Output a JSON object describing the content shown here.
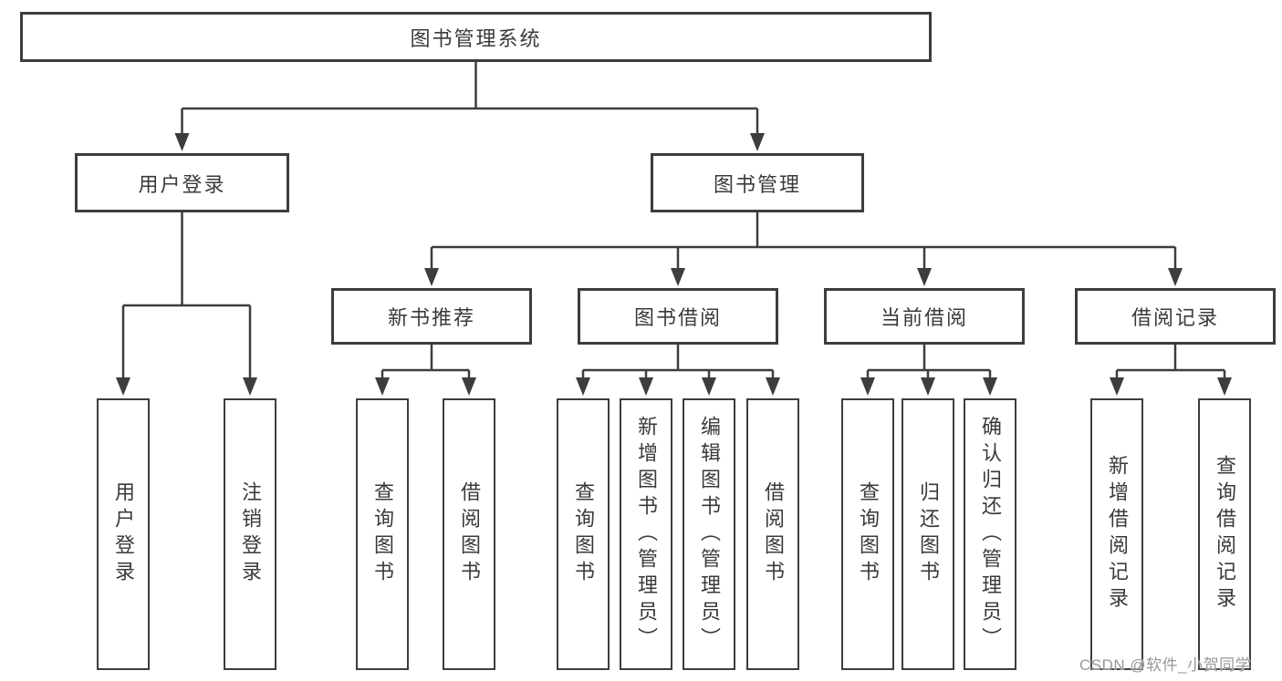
{
  "diagram": {
    "root": {
      "label": "图书管理系统"
    },
    "level1": {
      "user_login": {
        "label": "用户登录"
      },
      "book_management": {
        "label": "图书管理"
      }
    },
    "level2": {
      "new_book_recommend": {
        "label": "新书推荐"
      },
      "book_borrowing": {
        "label": "图书借阅"
      },
      "current_borrowing": {
        "label": "当前借阅"
      },
      "borrowing_records": {
        "label": "借阅记录"
      }
    },
    "leaves": {
      "user_login": [
        "用户登录",
        "注销登录"
      ],
      "new_book_recommend": [
        "查询图书",
        "借阅图书"
      ],
      "book_borrowing": [
        "查询图书",
        "新增图书（管理员）",
        "编辑图书（管理员）",
        "借阅图书"
      ],
      "current_borrowing": [
        "查询图书",
        "归还图书",
        "确认归还（管理员）"
      ],
      "borrowing_records": [
        "新增借阅记录",
        "查询借阅记录"
      ]
    }
  },
  "watermark": {
    "text": "CSDN @软件_小贺同学"
  },
  "colors": {
    "line": "#3d3d3d",
    "box_border": "#3d3d3d",
    "text": "#3a3a3a",
    "watermark": "#989898",
    "background": "#ffffff"
  }
}
